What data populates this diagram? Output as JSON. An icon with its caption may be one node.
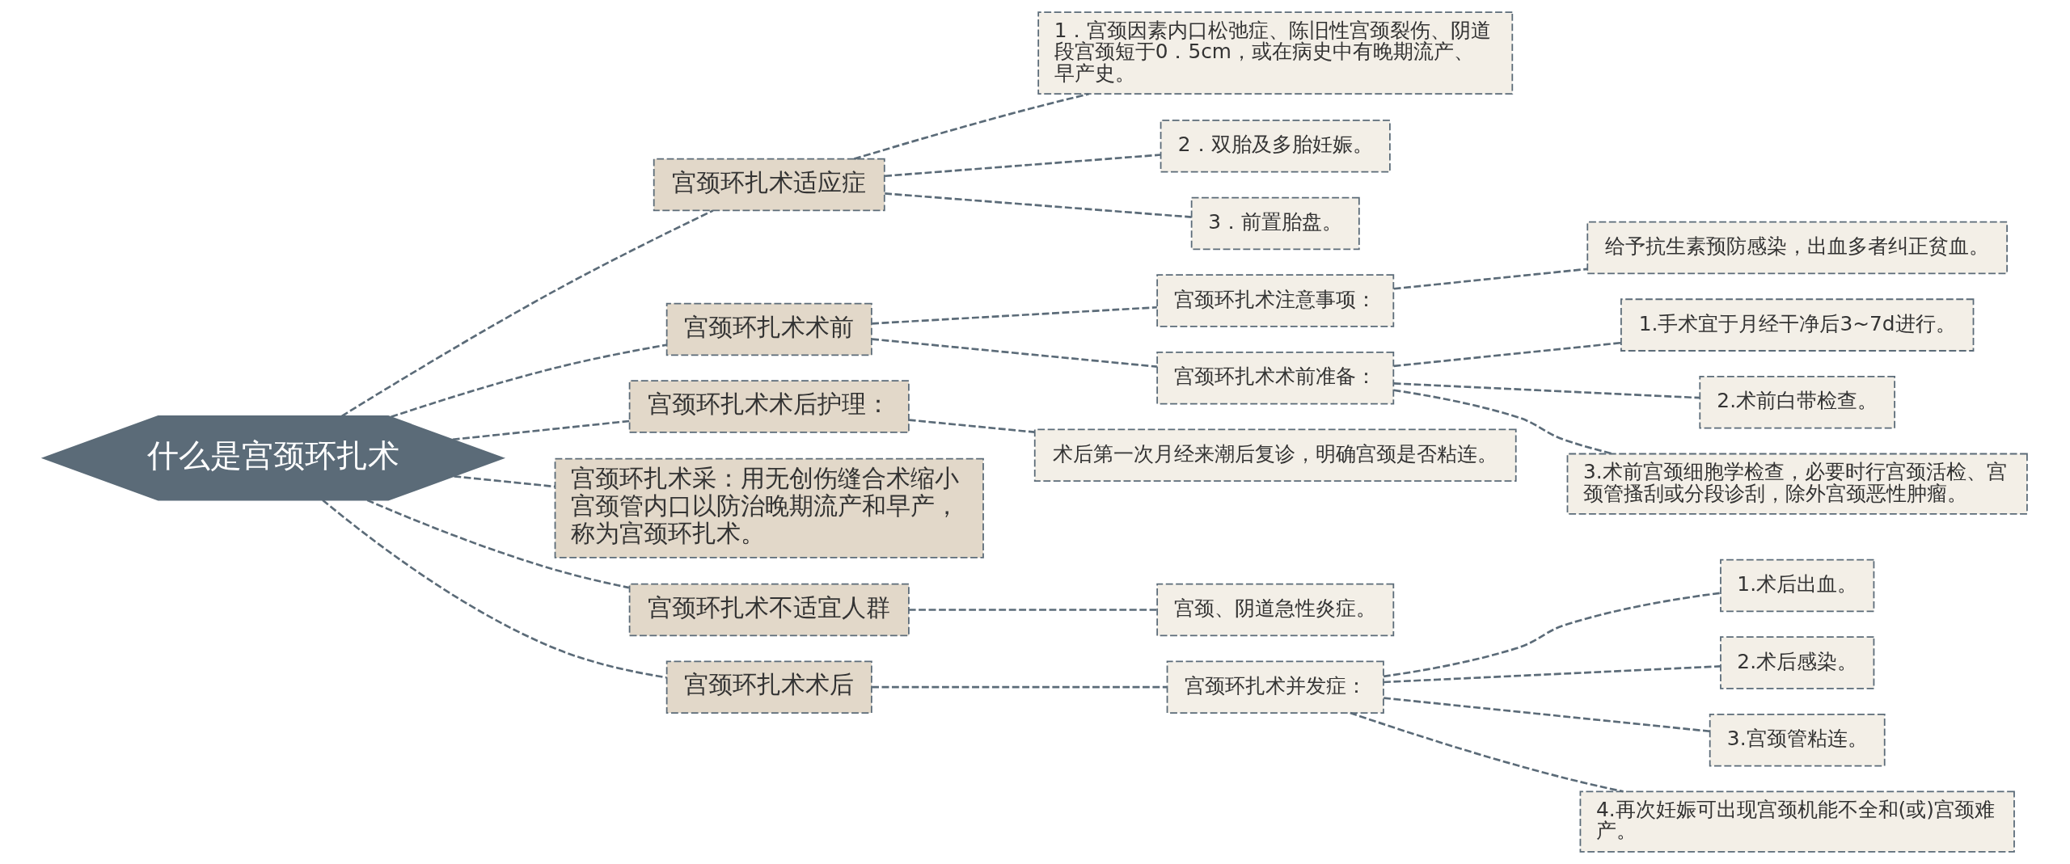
{
  "diagram": {
    "nodes": [
      {
        "text": [
          "什么是宫颈环扎术"
        ]
      },
      {
        "text": [
          "宫颈环扎术适应症"
        ]
      },
      {
        "text": [
          "1．宫颈因素内口松弛症、陈旧性宫颈裂伤、阴道段宫颈短于0．5cm，或在病史中有晚期流产、早产史。"
        ]
      },
      {
        "text": [
          "2．双胎及多胎妊娠。"
        ]
      },
      {
        "text": [
          "3．前置胎盘。"
        ]
      },
      {
        "text": [
          "宫颈环扎术术前"
        ]
      },
      {
        "text": [
          "宫颈环扎术注意事项："
        ]
      },
      {
        "text": [
          "给予抗生素预防感染，出血多者纠正贫血。"
        ]
      },
      {
        "text": [
          "宫颈环扎术术前准备："
        ]
      },
      {
        "text": [
          "1.手术宜于月经干净后3~7d进行。"
        ]
      },
      {
        "text": [
          "2.术前白带检查。"
        ]
      },
      {
        "text": [
          "3.术前宫颈细胞学检查，必要时行宫颈活检、宫颈管搔刮或分段诊刮，除外宫颈恶性肿瘤。"
        ]
      },
      {
        "text": [
          "宫颈环扎术术后护理："
        ]
      },
      {
        "text": [
          "术后第一次月经来潮后复诊，明确宫颈是否粘连。"
        ]
      },
      {
        "text": [
          "宫颈环扎术采：用无创伤缝合术缩小宫颈管内口以防治晚期流产和早产，称为宫颈环扎术。"
        ]
      },
      {
        "text": [
          "宫颈环扎术不适宜人群"
        ]
      },
      {
        "text": [
          "宫颈、阴道急性炎症。"
        ]
      },
      {
        "text": [
          "宫颈环扎术术后"
        ]
      },
      {
        "text": [
          "宫颈环扎术并发症："
        ]
      },
      {
        "text": [
          "1.术后出血。"
        ]
      },
      {
        "text": [
          "2.术后感染。"
        ]
      },
      {
        "text": [
          "3.宫颈管粘连。"
        ]
      },
      {
        "text": [
          "4.再次妊娠可出现宫颈机能不全和(或)宫颈难产。"
        ]
      }
    ],
    "edges": [
      {
        "from": 0,
        "to": 1,
        "arrow": "none",
        "style": "dashed"
      },
      {
        "from": 1,
        "to": 2,
        "arrow": "none",
        "style": "dashed"
      },
      {
        "from": 1,
        "to": 3,
        "arrow": "none",
        "style": "dashed"
      },
      {
        "from": 1,
        "to": 4,
        "arrow": "none",
        "style": "dashed"
      },
      {
        "from": 0,
        "to": 5,
        "arrow": "none",
        "style": "dashed"
      },
      {
        "from": 5,
        "to": 6,
        "arrow": "none",
        "style": "dashed"
      },
      {
        "from": 6,
        "to": 7,
        "arrow": "none",
        "style": "dashed"
      },
      {
        "from": 5,
        "to": 8,
        "arrow": "none",
        "style": "dashed"
      },
      {
        "from": 8,
        "to": 9,
        "arrow": "none",
        "style": "dashed"
      },
      {
        "from": 8,
        "to": 10,
        "arrow": "none",
        "style": "dashed"
      },
      {
        "from": 8,
        "to": 11,
        "arrow": "none",
        "style": "dashed"
      },
      {
        "from": 0,
        "to": 12,
        "arrow": "none",
        "style": "dashed"
      },
      {
        "from": 12,
        "to": 13,
        "arrow": "none",
        "style": "dashed"
      },
      {
        "from": 0,
        "to": 14,
        "arrow": "none",
        "style": "dashed"
      },
      {
        "from": 0,
        "to": 15,
        "arrow": "none",
        "style": "dashed"
      },
      {
        "from": 15,
        "to": 16,
        "arrow": "none",
        "style": "dashed"
      },
      {
        "from": 0,
        "to": 17,
        "arrow": "none",
        "style": "dashed"
      },
      {
        "from": 17,
        "to": 18,
        "arrow": "none",
        "style": "dashed"
      },
      {
        "from": 18,
        "to": 19,
        "arrow": "none",
        "style": "dashed"
      },
      {
        "from": 18,
        "to": 20,
        "arrow": "none",
        "style": "dashed"
      },
      {
        "from": 18,
        "to": 21,
        "arrow": "none",
        "style": "dashed"
      },
      {
        "from": 18,
        "to": 22,
        "arrow": "none",
        "style": "dashed"
      }
    ]
  }
}
